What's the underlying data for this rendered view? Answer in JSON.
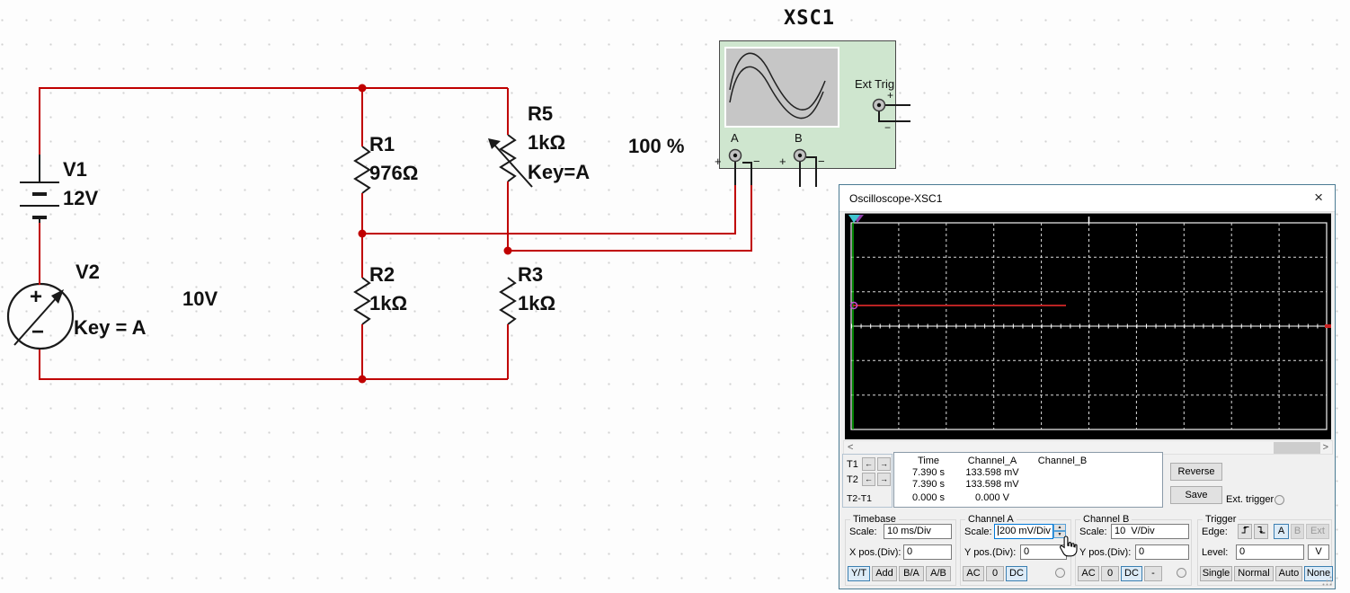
{
  "circuit": {
    "v1": {
      "ref": "V1",
      "value": "12V"
    },
    "v2": {
      "ref": "V2",
      "value": "10V",
      "key": "Key = A"
    },
    "r1": {
      "ref": "R1",
      "value": "976Ω"
    },
    "r2": {
      "ref": "R2",
      "value": "1kΩ"
    },
    "r3": {
      "ref": "R3",
      "value": "1kΩ"
    },
    "r5": {
      "ref": "R5",
      "value": "1kΩ",
      "key": "Key=A",
      "setting": "100 %"
    },
    "scope_symbol": {
      "ref": "XSC1",
      "ext_trig": "Ext Trig",
      "ch_a": "A",
      "ch_b": "B"
    },
    "signs": {
      "plus": "+",
      "minus": "−"
    },
    "colors": {
      "wire": "#c00000",
      "component_fill": "#cfe6cf"
    }
  },
  "oscilloscope_window": {
    "title": "Oscilloscope-XSC1",
    "close_glyph": "×",
    "display": {
      "bg": "#000000",
      "trace_color": "#b92222",
      "cursor_color": "#00c800",
      "grid_color": "#e8e8e8"
    },
    "scrollbar": {
      "left_arrow": "<",
      "right_arrow": ">"
    },
    "cursor_panel": {
      "t1": "T1",
      "t2": "T2",
      "t2_t1": "T2-T1",
      "left_arrow": "←",
      "right_arrow": "→"
    },
    "measurements": {
      "headers": [
        "Time",
        "Channel_A",
        "Channel_B"
      ],
      "rows": [
        [
          "7.390 s",
          "133.598 mV",
          ""
        ],
        [
          "7.390 s",
          "133.598 mV",
          ""
        ],
        [
          "0.000 s",
          "0.000 V",
          ""
        ]
      ]
    },
    "reverse_button": "Reverse",
    "save_button": "Save",
    "ext_trigger_label": "Ext. trigger",
    "timebase": {
      "title": "Timebase",
      "scale_label": "Scale:",
      "scale_value": "10 ms/Div",
      "xpos_label": "X pos.(Div):",
      "xpos_value": "0",
      "modes": [
        "Y/T",
        "Add",
        "B/A",
        "A/B"
      ],
      "selected": "Y/T"
    },
    "channel_a": {
      "title": "Channel A",
      "scale_label": "Scale:",
      "scale_value": "200 mV/Div",
      "ypos_label": "Y pos.(Div):",
      "ypos_value": "0",
      "modes": [
        "AC",
        "0",
        "DC"
      ],
      "selected": "DC"
    },
    "channel_b": {
      "title": "Channel B",
      "scale_label": "Scale:",
      "scale_value": "10  V/Div",
      "ypos_label": "Y pos.(Div):",
      "ypos_value": "0",
      "modes": [
        "AC",
        "0",
        "DC",
        "-"
      ],
      "selected": "DC"
    },
    "trigger": {
      "title": "Trigger",
      "edge_label": "Edge:",
      "sources": [
        "A",
        "B",
        "Ext"
      ],
      "selected_source": "A",
      "level_label": "Level:",
      "level_value": "0",
      "level_unit": "V",
      "modes": [
        "Single",
        "Normal",
        "Auto",
        "None"
      ],
      "selected_mode": "None"
    }
  }
}
